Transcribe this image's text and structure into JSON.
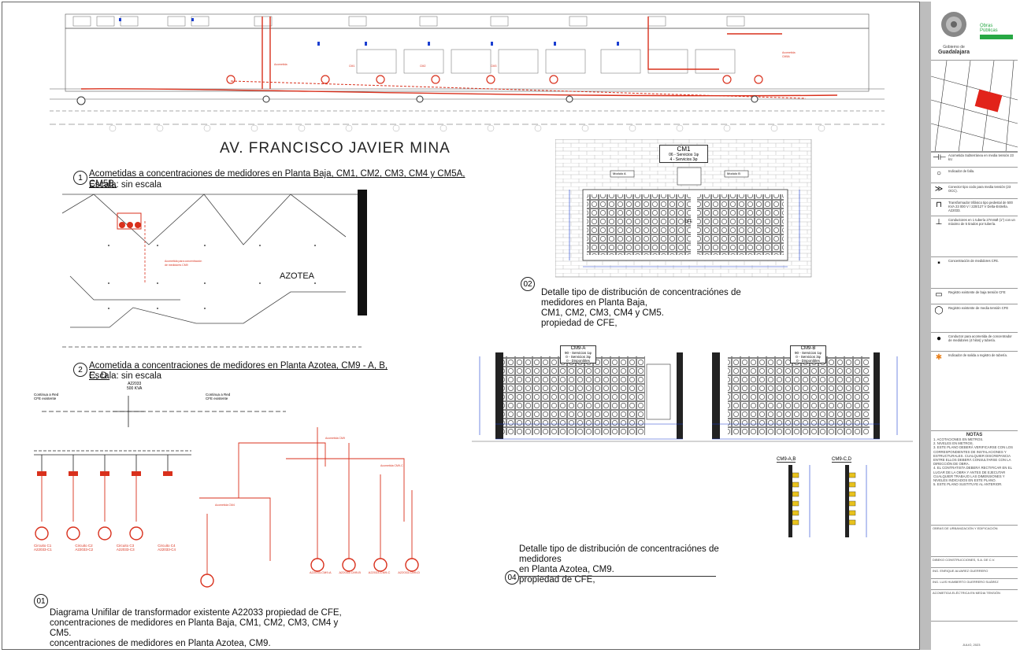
{
  "street": {
    "name": "AV.  FRANCISCO JAVIER MINA"
  },
  "views": {
    "v1": {
      "number": "1",
      "title": "Acometidas a concentraciones de medidores en Planta Baja, CM1, CM2, CM3, CM4 y CM5A, CM5B.",
      "scale": "Escala: sin escala"
    },
    "v2": {
      "number": "2",
      "title": "Acometida a concentraciones de medidores en Planta Azotea, CM9 - A, B, C, D.",
      "scale": "Escala: sin escala",
      "area_label": "AZOTEA"
    },
    "v01": {
      "number": "01",
      "line1": "Diagrama Unifilar de transformador existente A22033 propiedad de CFE,",
      "line2": "concentraciones de medidores en Planta Baja, CM1, CM2, CM3, CM4 y CM5.",
      "line3": "concentraciones de medidores en Planta Azotea, CM9."
    },
    "v02": {
      "number": "02",
      "line1": "Detalle tipo de distribución  de concentraciónes de medidores en Planta Baja,",
      "line2": "CM1, CM2, CM3, CM4 y CM5.",
      "line3": "propiedad de CFE,"
    },
    "v04": {
      "number": "04",
      "line1": "Detalle tipo de distribución  de concentraciónes de medidores",
      "line2": "en Planta Azotea, CM9.",
      "line3": "propiedad de CFE,"
    }
  },
  "cm1": {
    "title": "CM1",
    "line1": "06 - Servicios 1φ",
    "line2": "4 - Servicios 3φ",
    "modA": "Modulo A",
    "modB": "Modulo B",
    "cfe": "CFE"
  },
  "cm9a": {
    "title": "CM9-A",
    "line1": "90 - Servicios 1φ",
    "line2": "0 - Servicios 3φ",
    "line3": "0 - Disponibles"
  },
  "cm9b": {
    "title": "CM9-B",
    "line1": "90 - Servicios 1φ",
    "line2": "0 - Servicios 3φ",
    "line3": "0 - Disponibles"
  },
  "sections": {
    "left": "CM9-A,B",
    "right": "CM9-C,D"
  },
  "transformer": {
    "id": "A22033",
    "kva": "500 KVA",
    "left_note": "Continua a Red CFE existente",
    "right_note": "Continua a Red CFE existente"
  },
  "circuits": [
    {
      "name": "Circuito C1",
      "id": "A22033-C1"
    },
    {
      "name": "Circuito C2",
      "id": "A22033-C2"
    },
    {
      "name": "Circuito C3",
      "id": "A22033-C3"
    },
    {
      "name": "Circuito C4",
      "id": "A22033-C4"
    }
  ],
  "right_circuits": [
    {
      "id": "A22033-CM9-A"
    },
    {
      "id": "A22033-CM9-B"
    },
    {
      "id": "A22033-CM9-C"
    },
    {
      "id": "A22033-CM9-D"
    }
  ],
  "sidebar": {
    "gov_line1": "Gobierno de",
    "gov_line2": "Guadalajara",
    "obras_line1": "Obras",
    "obras_line2": "Públicas",
    "legend": [
      {
        "sym": "⊣⊢",
        "text": "Acometida Subterránea en media tensión 23 kV."
      },
      {
        "sym": "○",
        "text": "Indicador de falla."
      },
      {
        "sym": "≫",
        "text": "Conector tipo codo para media tensión (23 OCC)."
      },
      {
        "sym": "⊓",
        "text": "Transformador trifásico tipo pedestal de 500 KVA 23 000 V / 220/127 V Delta-Estrella. A22033."
      },
      {
        "sym": "⊥",
        "text": "Conductores en 1 tubería 27mmØ (1\") con un máximo de 5 tirados por tubería."
      },
      {
        "sym": "▪",
        "text": "Concentración de medidores CFE."
      },
      {
        "sym": "▭",
        "text": "Registro existente de baja tensión CFE"
      },
      {
        "sym": "◯",
        "text": "Registro existente de media tensión CFE"
      },
      {
        "sym": "●",
        "text": "Conductor para acometida de concentrador de medidores (4 hilos) y tubería."
      },
      {
        "sym": "✱",
        "text": "Indicador de salida a registro de tubería."
      }
    ],
    "notes_title": "NOTAS",
    "notes": [
      "1. ACOTACIONES EN METROS.",
      "2. NIVELES EN METROS.",
      "3. ESTE PLANO DEBERÁ VERIFICARSE CON LOS CORRESPONDIENTES DE INSTALACIONES Y ESTRUCTURALES. CUALQUIER DISCREPANCIA ENTRE ELLOS DEBERÁ CONSULTARSE CON LA DIRECCIÓN DE OBRA.",
      "4. EL CONTRATISTA DEBERÁ RECTIFICAR EN EL LUGAR DE LA OBRA Y ANTES DE EJECUTAR CUALQUIER TRABAJO LAS DIMENSIONES Y NIVELES INDICADOS EN ESTE PLANO.",
      "5. ESTE PLANO SUSTITUYE AL ANTERIOR."
    ],
    "project": "OBRAS DE URBANIZACIÓN Y EDIFICACIÓN",
    "company": "DIBEKO CONSTRUCCIONES, S.A. DE C.V.",
    "person1": "ING. ENRIQUE ALVAREZ GUERRERO",
    "person2": "ING. LUIS HUMBERTO GUERRERO SUÁREZ",
    "sheet_title": "ACOMETIDA ELÉCTRICA EN MEDIA TENSIÓN",
    "date": "JULIO, 2023"
  }
}
